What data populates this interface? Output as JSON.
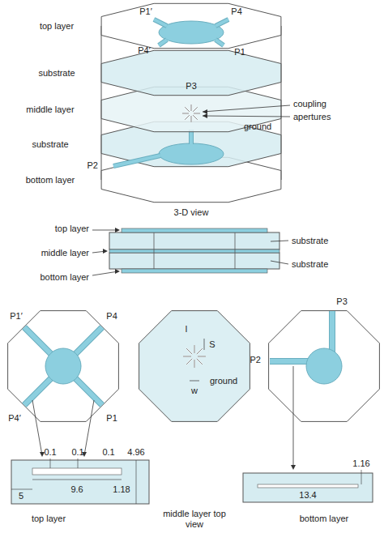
{
  "diagram": {
    "labels": [
      "P1′",
      "P4",
      "top layer",
      "substrate",
      "P4′",
      "P3",
      "P1",
      "middle layer",
      "coupling",
      "apertures",
      "ground",
      "substrate",
      "P2",
      "bottom layer",
      "3-D view",
      "top layer",
      "substrate",
      "middle layer",
      "substrate",
      "bottom layer",
      "P1′",
      "P4",
      "P4′",
      "P1",
      "S",
      "l",
      "w",
      "ground",
      "P3",
      "P2",
      "0.1",
      "0.1",
      "0.1",
      "4.96",
      "5",
      "9.6",
      "1.18",
      "13.4",
      "1.16",
      "top layer",
      "middle layer top view",
      "bottom layer"
    ]
  }
}
